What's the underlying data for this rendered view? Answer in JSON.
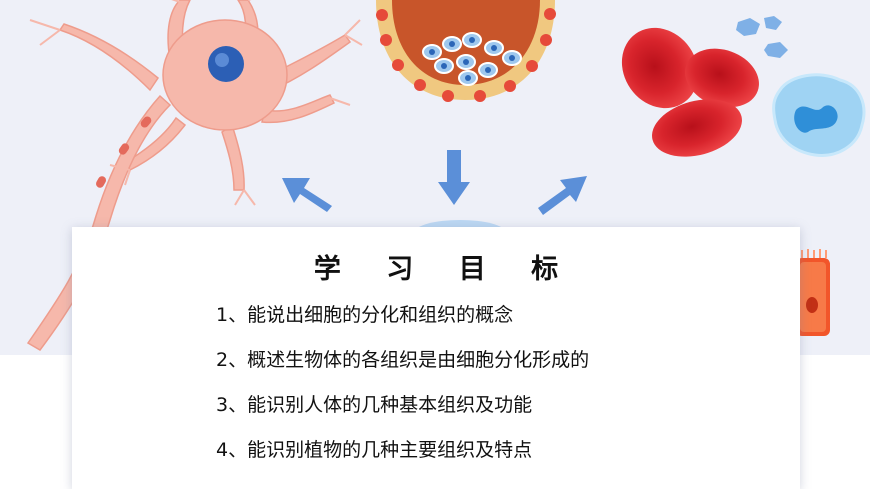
{
  "slide": {
    "title": "学 习 目 标",
    "objectives": [
      "1、能说出细胞的分化和组织的概念",
      "2、概述生物体的各组织是由细胞分化形成的",
      "3、能识别人体的几种基本组织及功能",
      "4、能识别植物的几种主要组织及特点"
    ]
  },
  "colors": {
    "background": "#eef0f8",
    "neuron": "#f6b5a8",
    "red_blood_cell": "#e0262c",
    "arrow": "#5b8fd8",
    "white_blood_cell": "#8cc9ef"
  },
  "illustrations": [
    "neuron",
    "blood-vessel-cross-section",
    "red-blood-cells",
    "white-blood-cell",
    "platelets",
    "epithelial-cell",
    "arrow-up-left",
    "arrow-down",
    "arrow-up-right"
  ]
}
